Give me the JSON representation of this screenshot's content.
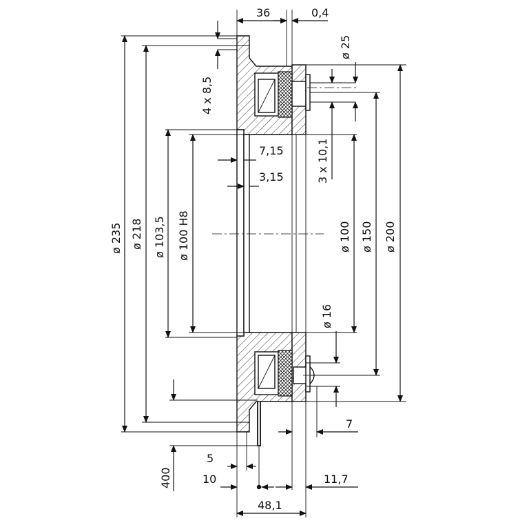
{
  "drawing": {
    "dims": {
      "d36": "36",
      "d04": "0,4",
      "d25": "ø 25",
      "d4x85": "4 x 8,5",
      "d715": "7,15",
      "d315": "3,15",
      "d3x101": "3 x 10,1",
      "d235": "ø 235",
      "d218": "ø 218",
      "d1035": "ø 103,5",
      "d100h8": "ø 100 H8",
      "d100": "ø 100",
      "d150": "ø 150",
      "d200": "ø 200",
      "d16": "ø 16",
      "d7": "7",
      "d5": "5",
      "d400": "400",
      "d10": "10",
      "d117": "11,7",
      "d481": "48,1"
    }
  }
}
